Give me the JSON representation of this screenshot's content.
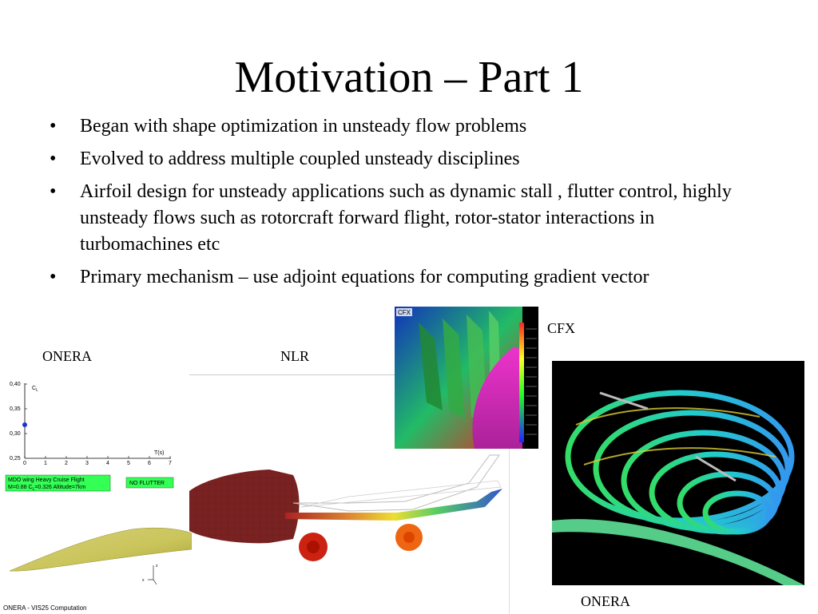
{
  "slide": {
    "title": "Motivation – Part 1",
    "bullets": [
      "Began with shape optimization in unsteady flow problems",
      "Evolved to address multiple coupled unsteady disciplines",
      "Airfoil design for unsteady applications such as dynamic stall , flutter control, highly unsteady flows such as rotorcraft forward flight, rotor-stator interactions in turbomachines etc",
      "Primary mechanism – use adjoint equations for computing gradient vector"
    ],
    "bullet_glyph": "•"
  },
  "captions": {
    "onera_left": "ONERA",
    "nlr": "NLR",
    "cfx": "CFX",
    "onera_right": "ONERA"
  },
  "onera_plot": {
    "ylabel": "C",
    "ylabel_sub": "L",
    "xlabel": "T(s)",
    "y_ticks": [
      "0,40",
      "0,35",
      "0,30",
      "0,25"
    ],
    "x_ticks": [
      "0",
      "1",
      "2",
      "3",
      "4",
      "5",
      "6",
      "7"
    ],
    "info_box_line1": "MDO wing    Heavy Cruise Flight",
    "info_box_line2": "M=0.88  C",
    "info_box_line2_sub": "L",
    "info_box_line2_rest": "=0.326  Altitude=7km",
    "flutter_label": "NO FLUTTER",
    "footer": "ONERA - VIS25 Computation",
    "axis_x_label": "x",
    "axis_z_label": "z",
    "highlight_color": "#33ff55"
  },
  "cfx_image": {
    "logo_text": "CFX"
  }
}
